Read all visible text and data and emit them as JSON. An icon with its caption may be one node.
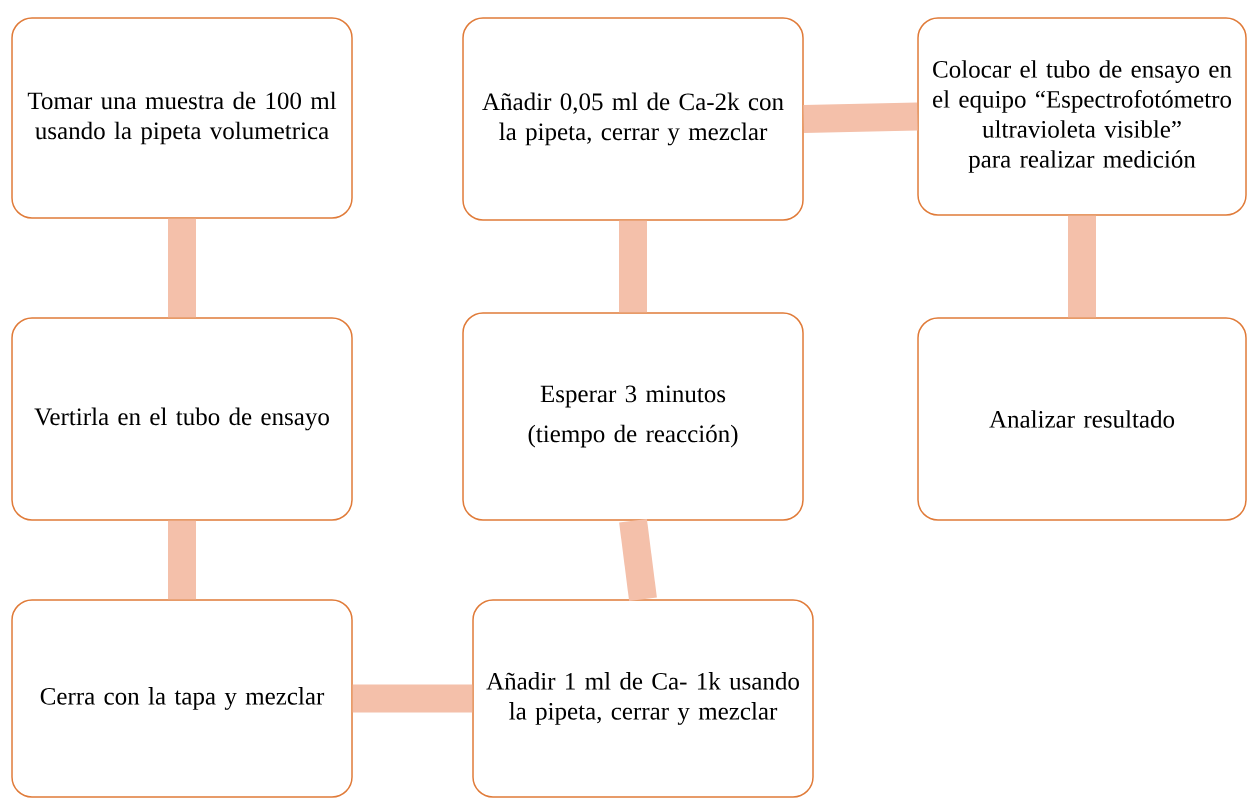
{
  "diagram": {
    "nodes": [
      {
        "text": [
          "Tomar una muestra de 100 ml usando la pipeta volumetrica"
        ]
      },
      {
        "text": [
          "Vertirla en el tubo de ensayo"
        ]
      },
      {
        "text": [
          "Cerra con la tapa y mezclar"
        ]
      },
      {
        "text": [
          "Añadir 1 ml de Ca- 1k usando la pipeta, cerrar y mezclar"
        ]
      },
      {
        "text": [
          "Esperar 3 minutos",
          "(tiempo de reacción)"
        ]
      },
      {
        "text": [
          "Añadir 0,05 ml de Ca-2k con la pipeta, cerrar y mezclar"
        ]
      },
      {
        "text": [
          "Colocar el tubo de ensayo en el equipo “Espectrofotómetro ultravioleta visible” para realizar medición"
        ]
      },
      {
        "text": [
          "Analizar resultado"
        ]
      }
    ],
    "edges": [
      {
        "from": 0,
        "to": 1,
        "arrow": "none"
      },
      {
        "from": 1,
        "to": 2,
        "arrow": "none"
      },
      {
        "from": 2,
        "to": 3,
        "arrow": "none"
      },
      {
        "from": 3,
        "to": 4,
        "arrow": "none"
      },
      {
        "from": 4,
        "to": 5,
        "arrow": "none"
      },
      {
        "from": 5,
        "to": 6,
        "arrow": "none"
      },
      {
        "from": 6,
        "to": 7,
        "arrow": "none"
      }
    ]
  }
}
